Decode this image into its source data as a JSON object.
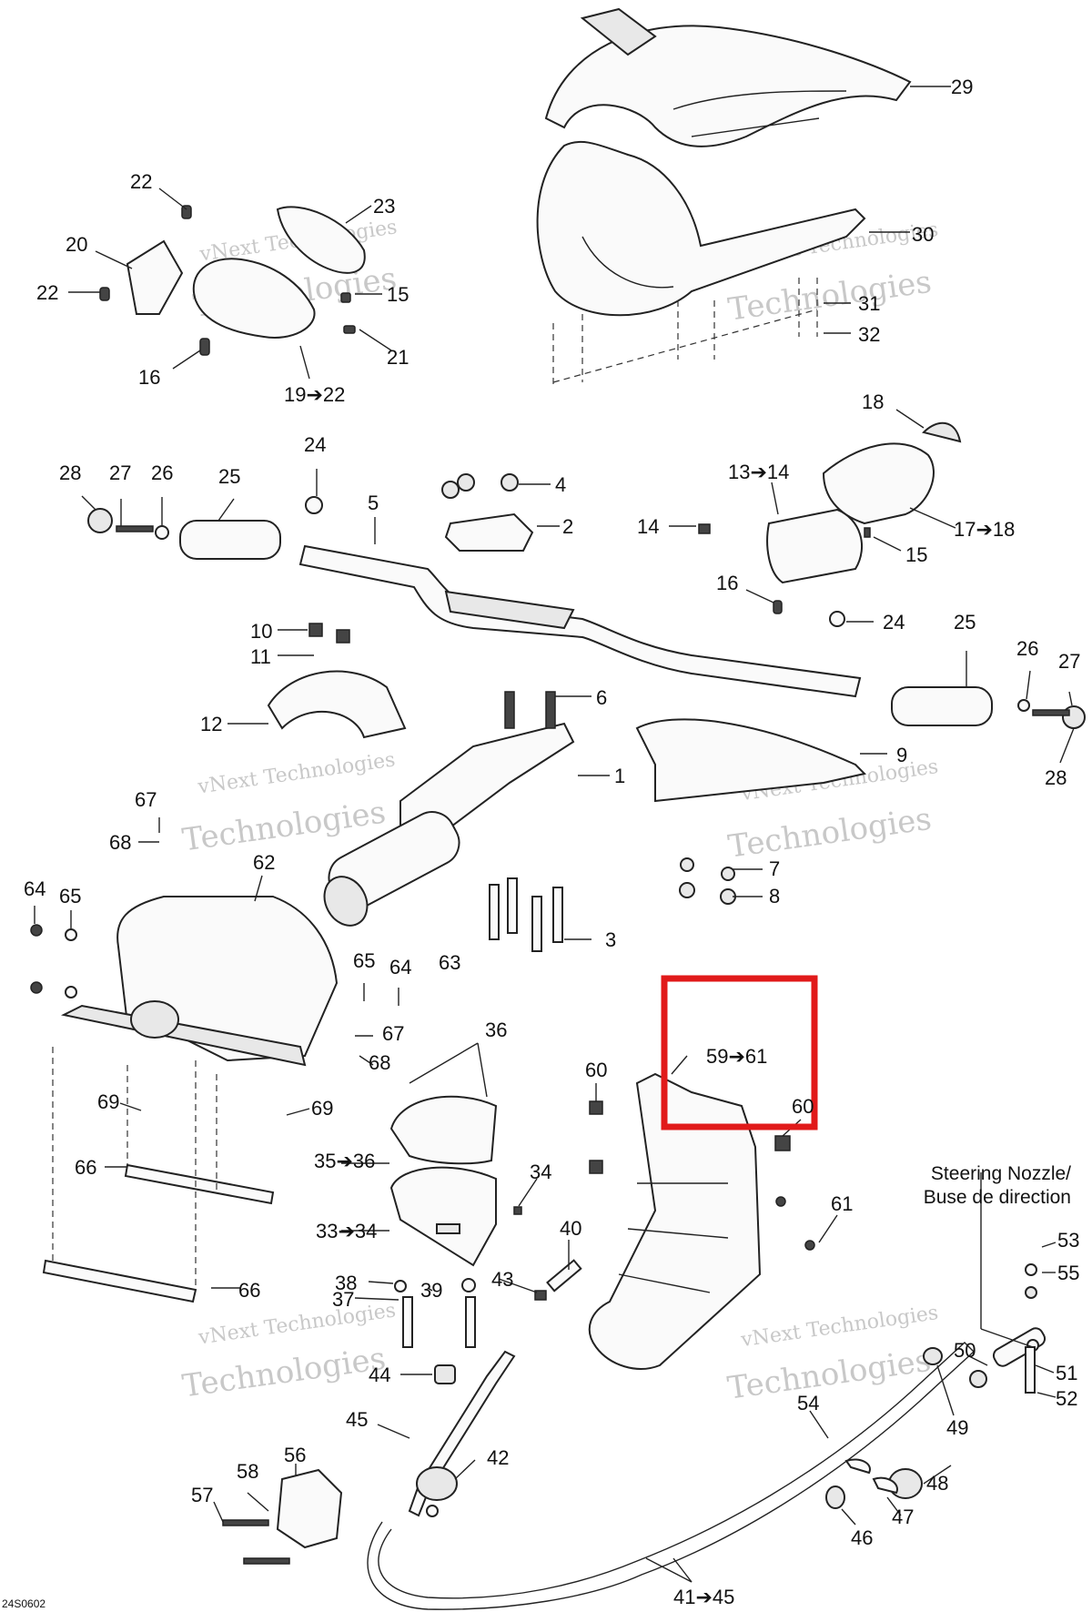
{
  "labels": [
    {
      "id": "29",
      "text": "29"
    },
    {
      "id": "30",
      "text": "30"
    },
    {
      "id": "31",
      "text": "31"
    },
    {
      "id": "32",
      "text": "32"
    },
    {
      "id": "22a",
      "text": "22"
    },
    {
      "id": "23",
      "text": "23"
    },
    {
      "id": "20",
      "text": "20"
    },
    {
      "id": "22b",
      "text": "22"
    },
    {
      "id": "15a",
      "text": "15"
    },
    {
      "id": "21",
      "text": "21"
    },
    {
      "id": "16a",
      "text": "16"
    },
    {
      "id": "19-22",
      "text": "19➔22"
    },
    {
      "id": "18",
      "text": "18"
    },
    {
      "id": "24a",
      "text": "24"
    },
    {
      "id": "28a",
      "text": "28"
    },
    {
      "id": "27a",
      "text": "27"
    },
    {
      "id": "26a",
      "text": "26"
    },
    {
      "id": "25a",
      "text": "25"
    },
    {
      "id": "5",
      "text": "5"
    },
    {
      "id": "4",
      "text": "4"
    },
    {
      "id": "2",
      "text": "2"
    },
    {
      "id": "13-14",
      "text": "13➔14"
    },
    {
      "id": "14",
      "text": "14"
    },
    {
      "id": "17-18",
      "text": "17➔18"
    },
    {
      "id": "15b",
      "text": "15"
    },
    {
      "id": "16b",
      "text": "16"
    },
    {
      "id": "24b",
      "text": "24"
    },
    {
      "id": "25b",
      "text": "25"
    },
    {
      "id": "26b",
      "text": "26"
    },
    {
      "id": "27b",
      "text": "27"
    },
    {
      "id": "28b",
      "text": "28"
    },
    {
      "id": "10",
      "text": "10"
    },
    {
      "id": "11",
      "text": "11"
    },
    {
      "id": "12",
      "text": "12"
    },
    {
      "id": "6",
      "text": "6"
    },
    {
      "id": "1",
      "text": "1"
    },
    {
      "id": "9",
      "text": "9"
    },
    {
      "id": "67a",
      "text": "67"
    },
    {
      "id": "68a",
      "text": "68"
    },
    {
      "id": "62",
      "text": "62"
    },
    {
      "id": "7",
      "text": "7"
    },
    {
      "id": "8",
      "text": "8"
    },
    {
      "id": "64a",
      "text": "64"
    },
    {
      "id": "65a",
      "text": "65"
    },
    {
      "id": "3",
      "text": "3"
    },
    {
      "id": "63",
      "text": "63"
    },
    {
      "id": "65b",
      "text": "65"
    },
    {
      "id": "64b",
      "text": "64"
    },
    {
      "id": "67b",
      "text": "67"
    },
    {
      "id": "68b",
      "text": "68"
    },
    {
      "id": "36",
      "text": "36"
    },
    {
      "id": "59-61",
      "text": "59➔61"
    },
    {
      "id": "60a",
      "text": "60"
    },
    {
      "id": "60b",
      "text": "60"
    },
    {
      "id": "69a",
      "text": "69"
    },
    {
      "id": "69b",
      "text": "69"
    },
    {
      "id": "66a",
      "text": "66"
    },
    {
      "id": "35-36",
      "text": "35➔36"
    },
    {
      "id": "34",
      "text": "34"
    },
    {
      "id": "33-34",
      "text": "33➔34"
    },
    {
      "id": "40",
      "text": "40"
    },
    {
      "id": "61",
      "text": "61"
    },
    {
      "id": "53",
      "text": "53"
    },
    {
      "id": "55",
      "text": "55"
    },
    {
      "id": "66b",
      "text": "66"
    },
    {
      "id": "38",
      "text": "38"
    },
    {
      "id": "39",
      "text": "39"
    },
    {
      "id": "43",
      "text": "43"
    },
    {
      "id": "37",
      "text": "37"
    },
    {
      "id": "50",
      "text": "50"
    },
    {
      "id": "51",
      "text": "51"
    },
    {
      "id": "52",
      "text": "52"
    },
    {
      "id": "44",
      "text": "44"
    },
    {
      "id": "45",
      "text": "45"
    },
    {
      "id": "54",
      "text": "54"
    },
    {
      "id": "49",
      "text": "49"
    },
    {
      "id": "42",
      "text": "42"
    },
    {
      "id": "56",
      "text": "56"
    },
    {
      "id": "58",
      "text": "58"
    },
    {
      "id": "57",
      "text": "57"
    },
    {
      "id": "48",
      "text": "48"
    },
    {
      "id": "46",
      "text": "46"
    },
    {
      "id": "47",
      "text": "47"
    },
    {
      "id": "41-45",
      "text": "41➔45"
    }
  ],
  "steering_nozzle_label": {
    "line1": "Steering Nozzle/",
    "line2": "Buse de direction"
  },
  "drawing_code": "24S0602",
  "watermark": {
    "line1": "vNext Technologies",
    "line2": "Technologies"
  },
  "highlight_color": "#e11a1a"
}
